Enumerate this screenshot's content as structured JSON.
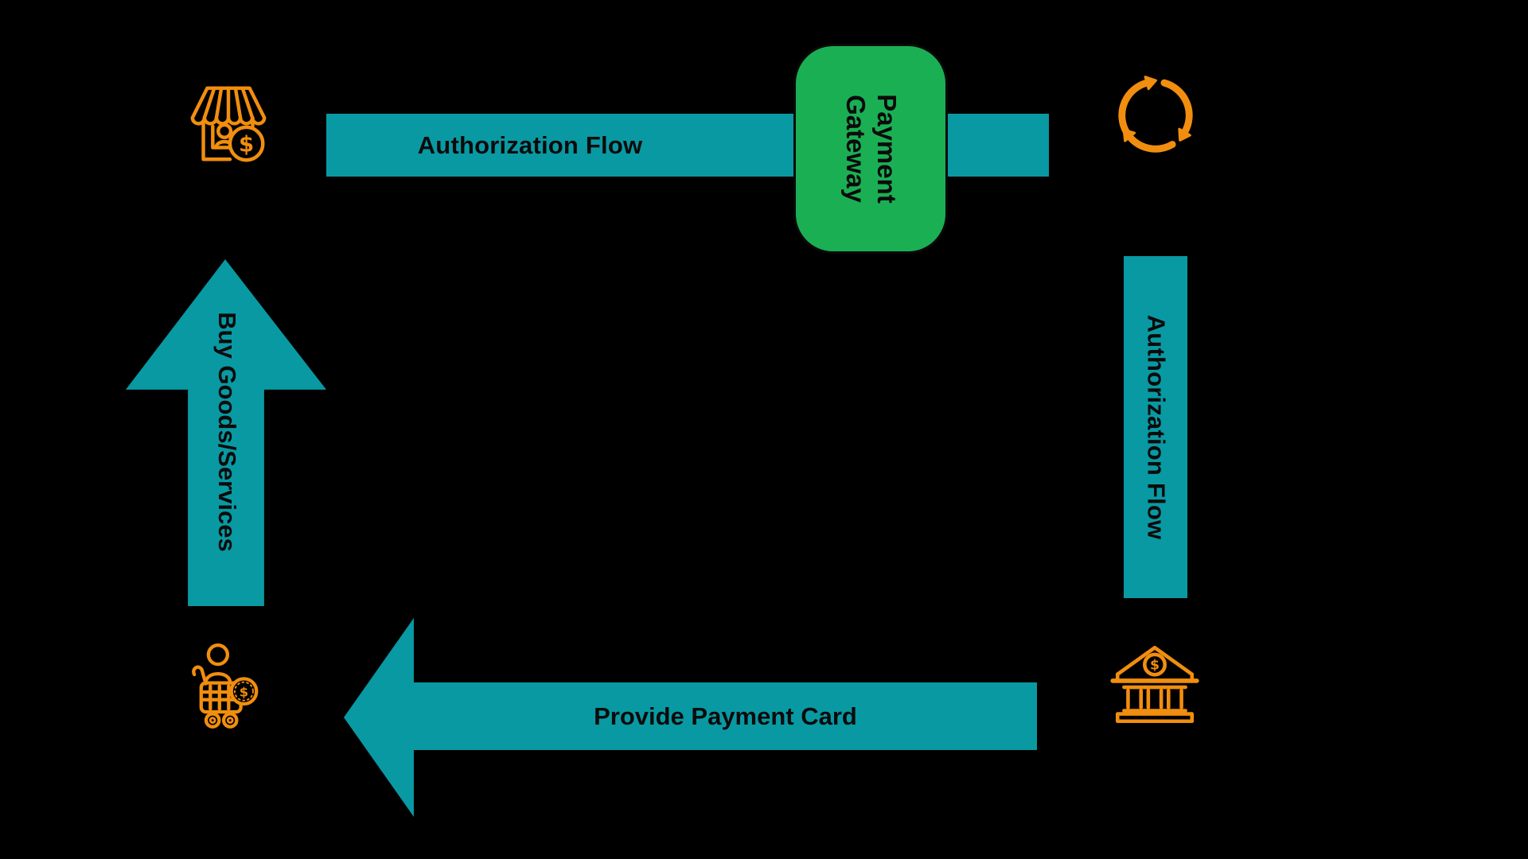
{
  "colors": {
    "background": "#000000",
    "flow_teal": "#0999A3",
    "gateway_green": "#1BAF54",
    "icon_orange": "#F18E0F",
    "label_text": "#0b0b0b"
  },
  "gateway": {
    "label": "Payment Gateway"
  },
  "flows": {
    "top": {
      "label": "Authorization Flow"
    },
    "right": {
      "label": "Authorization Flow"
    },
    "left": {
      "label": "Buy Goods/Services"
    },
    "bottom": {
      "label": "Provide Payment Card"
    }
  },
  "icons": {
    "dollar_glyph": "$",
    "merchant": "storefront-with-seller-and-coin",
    "network": "circular-arrows-cycle",
    "bank": "bank-building-with-coin",
    "customer": "shopper-cart-with-coin"
  }
}
